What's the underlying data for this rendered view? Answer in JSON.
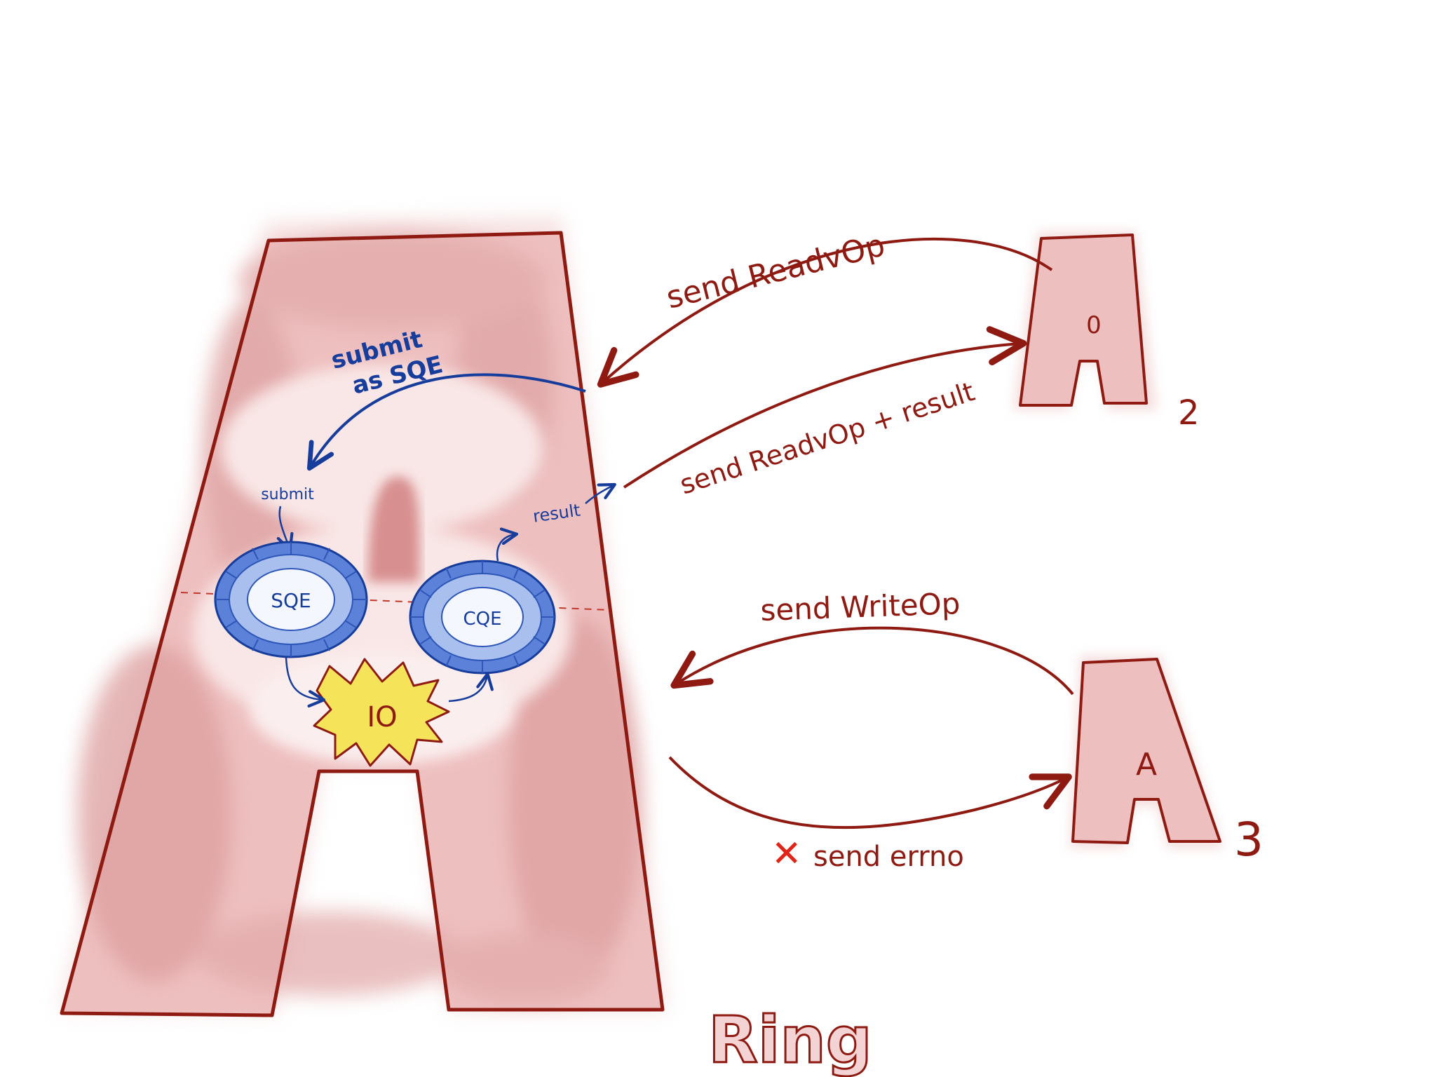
{
  "actors": {
    "ring": {
      "label": "Ring"
    },
    "a2": {
      "glyph": "A",
      "inner_mark": "0",
      "subscript": "2"
    },
    "a3": {
      "glyph": "A",
      "inner_mark": "A",
      "subscript": "3"
    }
  },
  "messages": {
    "send_readvop": "send ReadvOp",
    "send_readvop_result": "send ReadvOp + result",
    "send_writeop": "send WriteOp",
    "send_errno": "send errno",
    "error_marker": "✕"
  },
  "ring_internals": {
    "submit_as_sqe_line1": "submit",
    "submit_as_sqe_line2": "as SQE",
    "submit": "submit",
    "result": "result",
    "sqe": "SQE",
    "cqe": "CQE",
    "io": "IO"
  },
  "colors": {
    "outline_red": "#8e1a12",
    "fill_pink": "#ecbcbc",
    "fill_pink_dark": "#dd9e9e",
    "fill_pink_light": "#f6dddd",
    "ring_blue": "#5b82d8",
    "ring_blue_light": "#a9c0ef",
    "ink_blue": "#173d9c",
    "io_yellow": "#f5e35a",
    "error_red": "#e02417"
  }
}
